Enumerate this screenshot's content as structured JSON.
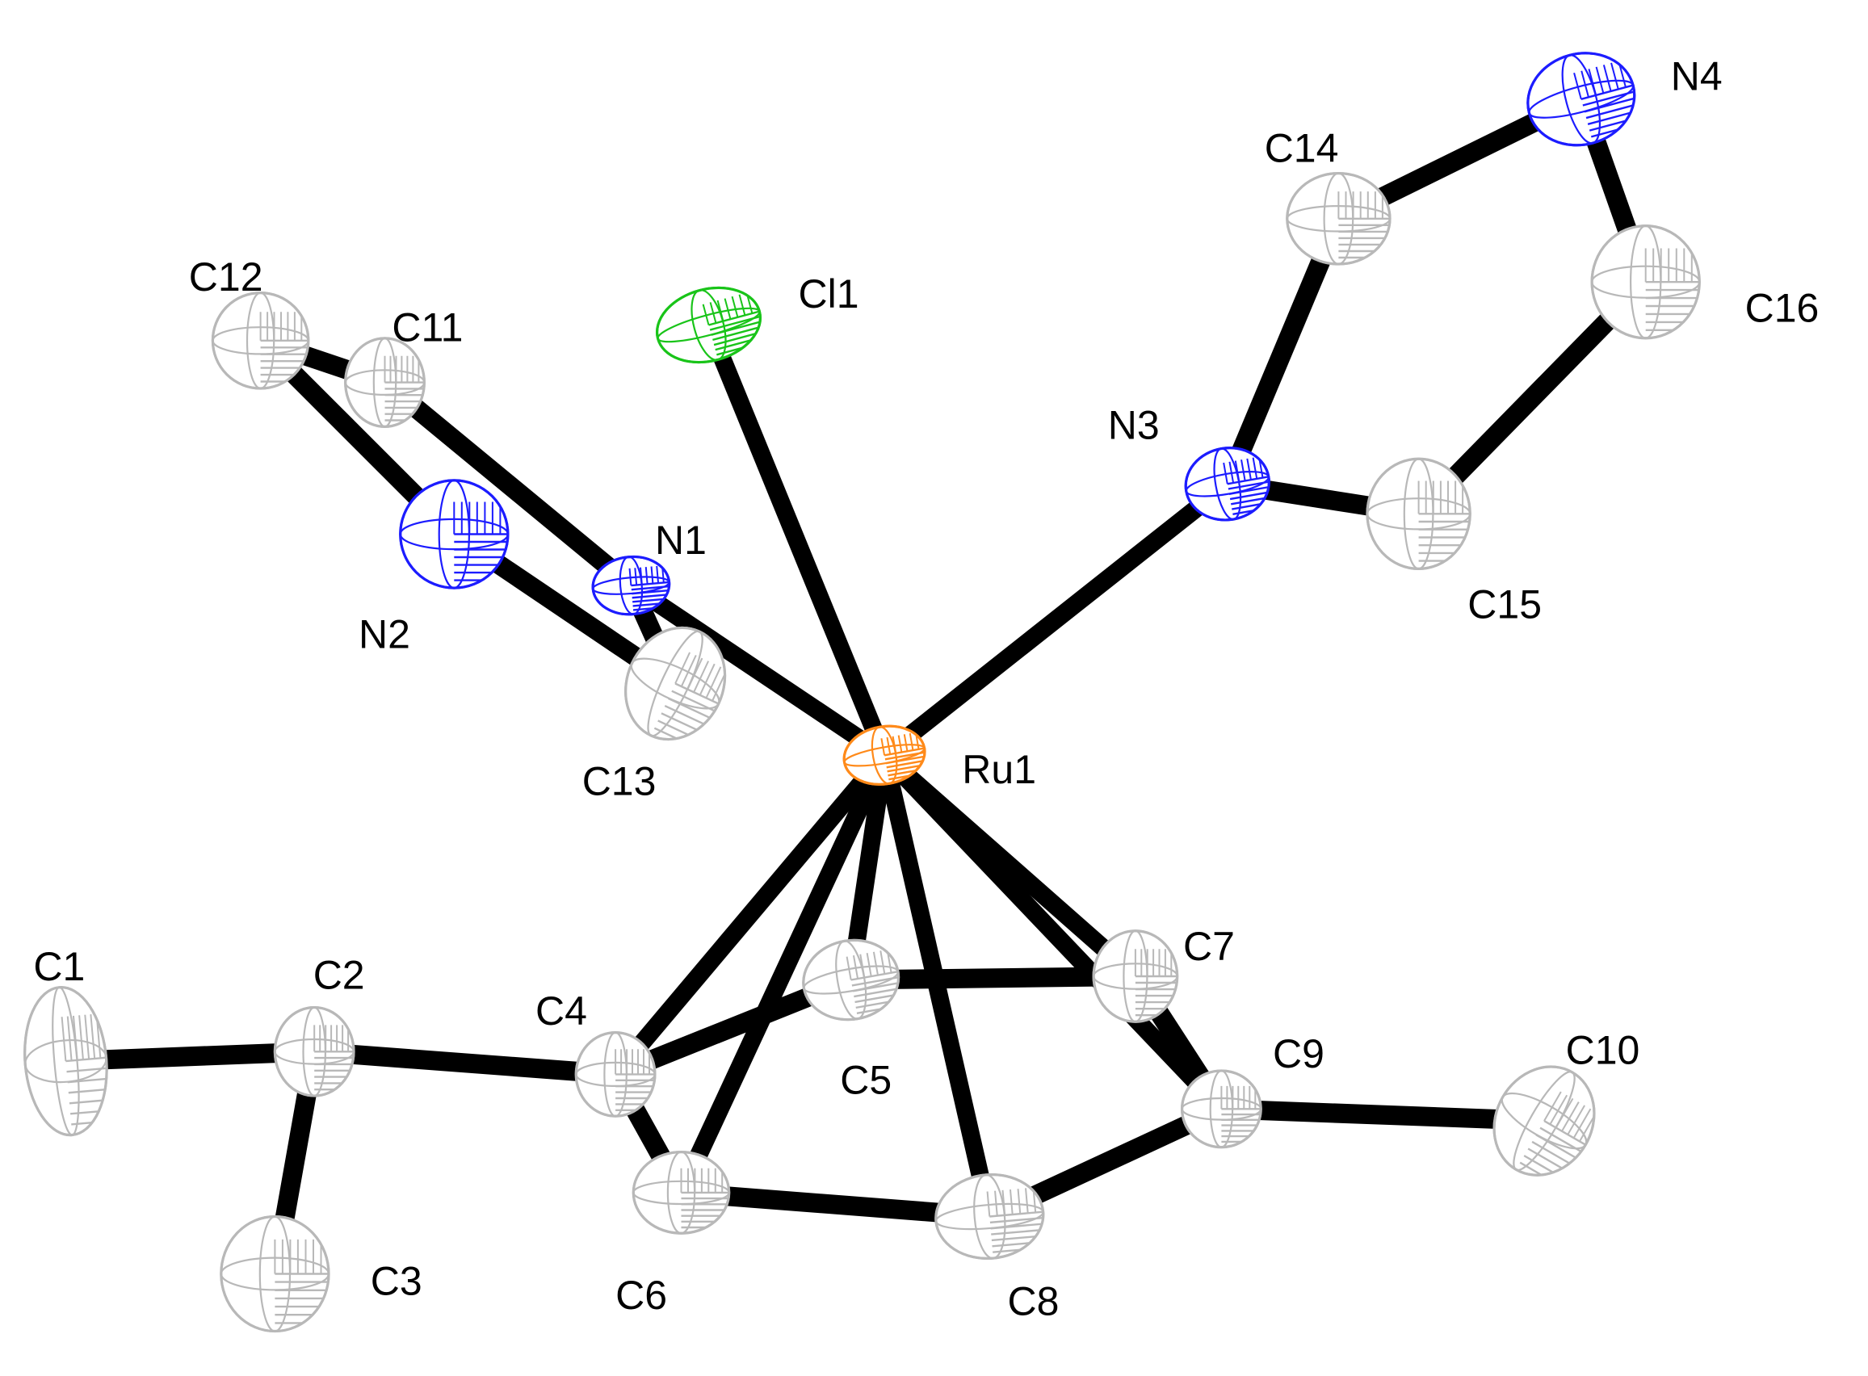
{
  "colors": {
    "background": "#ffffff",
    "bond": "#000000",
    "carbon": "#b8b8b8",
    "nitrogen": "#1c1cff",
    "chlorine": "#19c419",
    "ruthenium": "#ff8a1a",
    "label": "#000000"
  },
  "atoms": [
    {
      "id": "Ru1",
      "label": "Ru1",
      "element": "Ru"
    },
    {
      "id": "Cl1",
      "label": "Cl1",
      "element": "Cl"
    },
    {
      "id": "N1",
      "label": "N1",
      "element": "N"
    },
    {
      "id": "N2",
      "label": "N2",
      "element": "N"
    },
    {
      "id": "N3",
      "label": "N3",
      "element": "N"
    },
    {
      "id": "N4",
      "label": "N4",
      "element": "N"
    },
    {
      "id": "C1",
      "label": "C1",
      "element": "C"
    },
    {
      "id": "C2",
      "label": "C2",
      "element": "C"
    },
    {
      "id": "C3",
      "label": "C3",
      "element": "C"
    },
    {
      "id": "C4",
      "label": "C4",
      "element": "C"
    },
    {
      "id": "C5",
      "label": "C5",
      "element": "C"
    },
    {
      "id": "C6",
      "label": "C6",
      "element": "C"
    },
    {
      "id": "C7",
      "label": "C7",
      "element": "C"
    },
    {
      "id": "C8",
      "label": "C8",
      "element": "C"
    },
    {
      "id": "C9",
      "label": "C9",
      "element": "C"
    },
    {
      "id": "C10",
      "label": "C10",
      "element": "C"
    },
    {
      "id": "C11",
      "label": "C11",
      "element": "C"
    },
    {
      "id": "C12",
      "label": "C12",
      "element": "C"
    },
    {
      "id": "C13",
      "label": "C13",
      "element": "C"
    },
    {
      "id": "C14",
      "label": "C14",
      "element": "C"
    },
    {
      "id": "C15",
      "label": "C15",
      "element": "C"
    },
    {
      "id": "C16",
      "label": "C16",
      "element": "C"
    }
  ],
  "bonds": [
    [
      "Ru1",
      "Cl1"
    ],
    [
      "Ru1",
      "N1"
    ],
    [
      "Ru1",
      "N3"
    ],
    [
      "Ru1",
      "C4"
    ],
    [
      "Ru1",
      "C5"
    ],
    [
      "Ru1",
      "C6"
    ],
    [
      "Ru1",
      "C7"
    ],
    [
      "Ru1",
      "C8"
    ],
    [
      "Ru1",
      "C9"
    ],
    [
      "N1",
      "C11"
    ],
    [
      "N1",
      "C13"
    ],
    [
      "N2",
      "C12"
    ],
    [
      "N2",
      "C13"
    ],
    [
      "C11",
      "C12"
    ],
    [
      "N3",
      "C14"
    ],
    [
      "N3",
      "C15"
    ],
    [
      "C14",
      "N4"
    ],
    [
      "N4",
      "C16"
    ],
    [
      "C16",
      "C15"
    ],
    [
      "C1",
      "C2"
    ],
    [
      "C2",
      "C3"
    ],
    [
      "C2",
      "C4"
    ],
    [
      "C4",
      "C5"
    ],
    [
      "C4",
      "C6"
    ],
    [
      "C6",
      "C8"
    ],
    [
      "C8",
      "C9"
    ],
    [
      "C9",
      "C7"
    ],
    [
      "C7",
      "C5"
    ],
    [
      "C9",
      "C10"
    ]
  ]
}
